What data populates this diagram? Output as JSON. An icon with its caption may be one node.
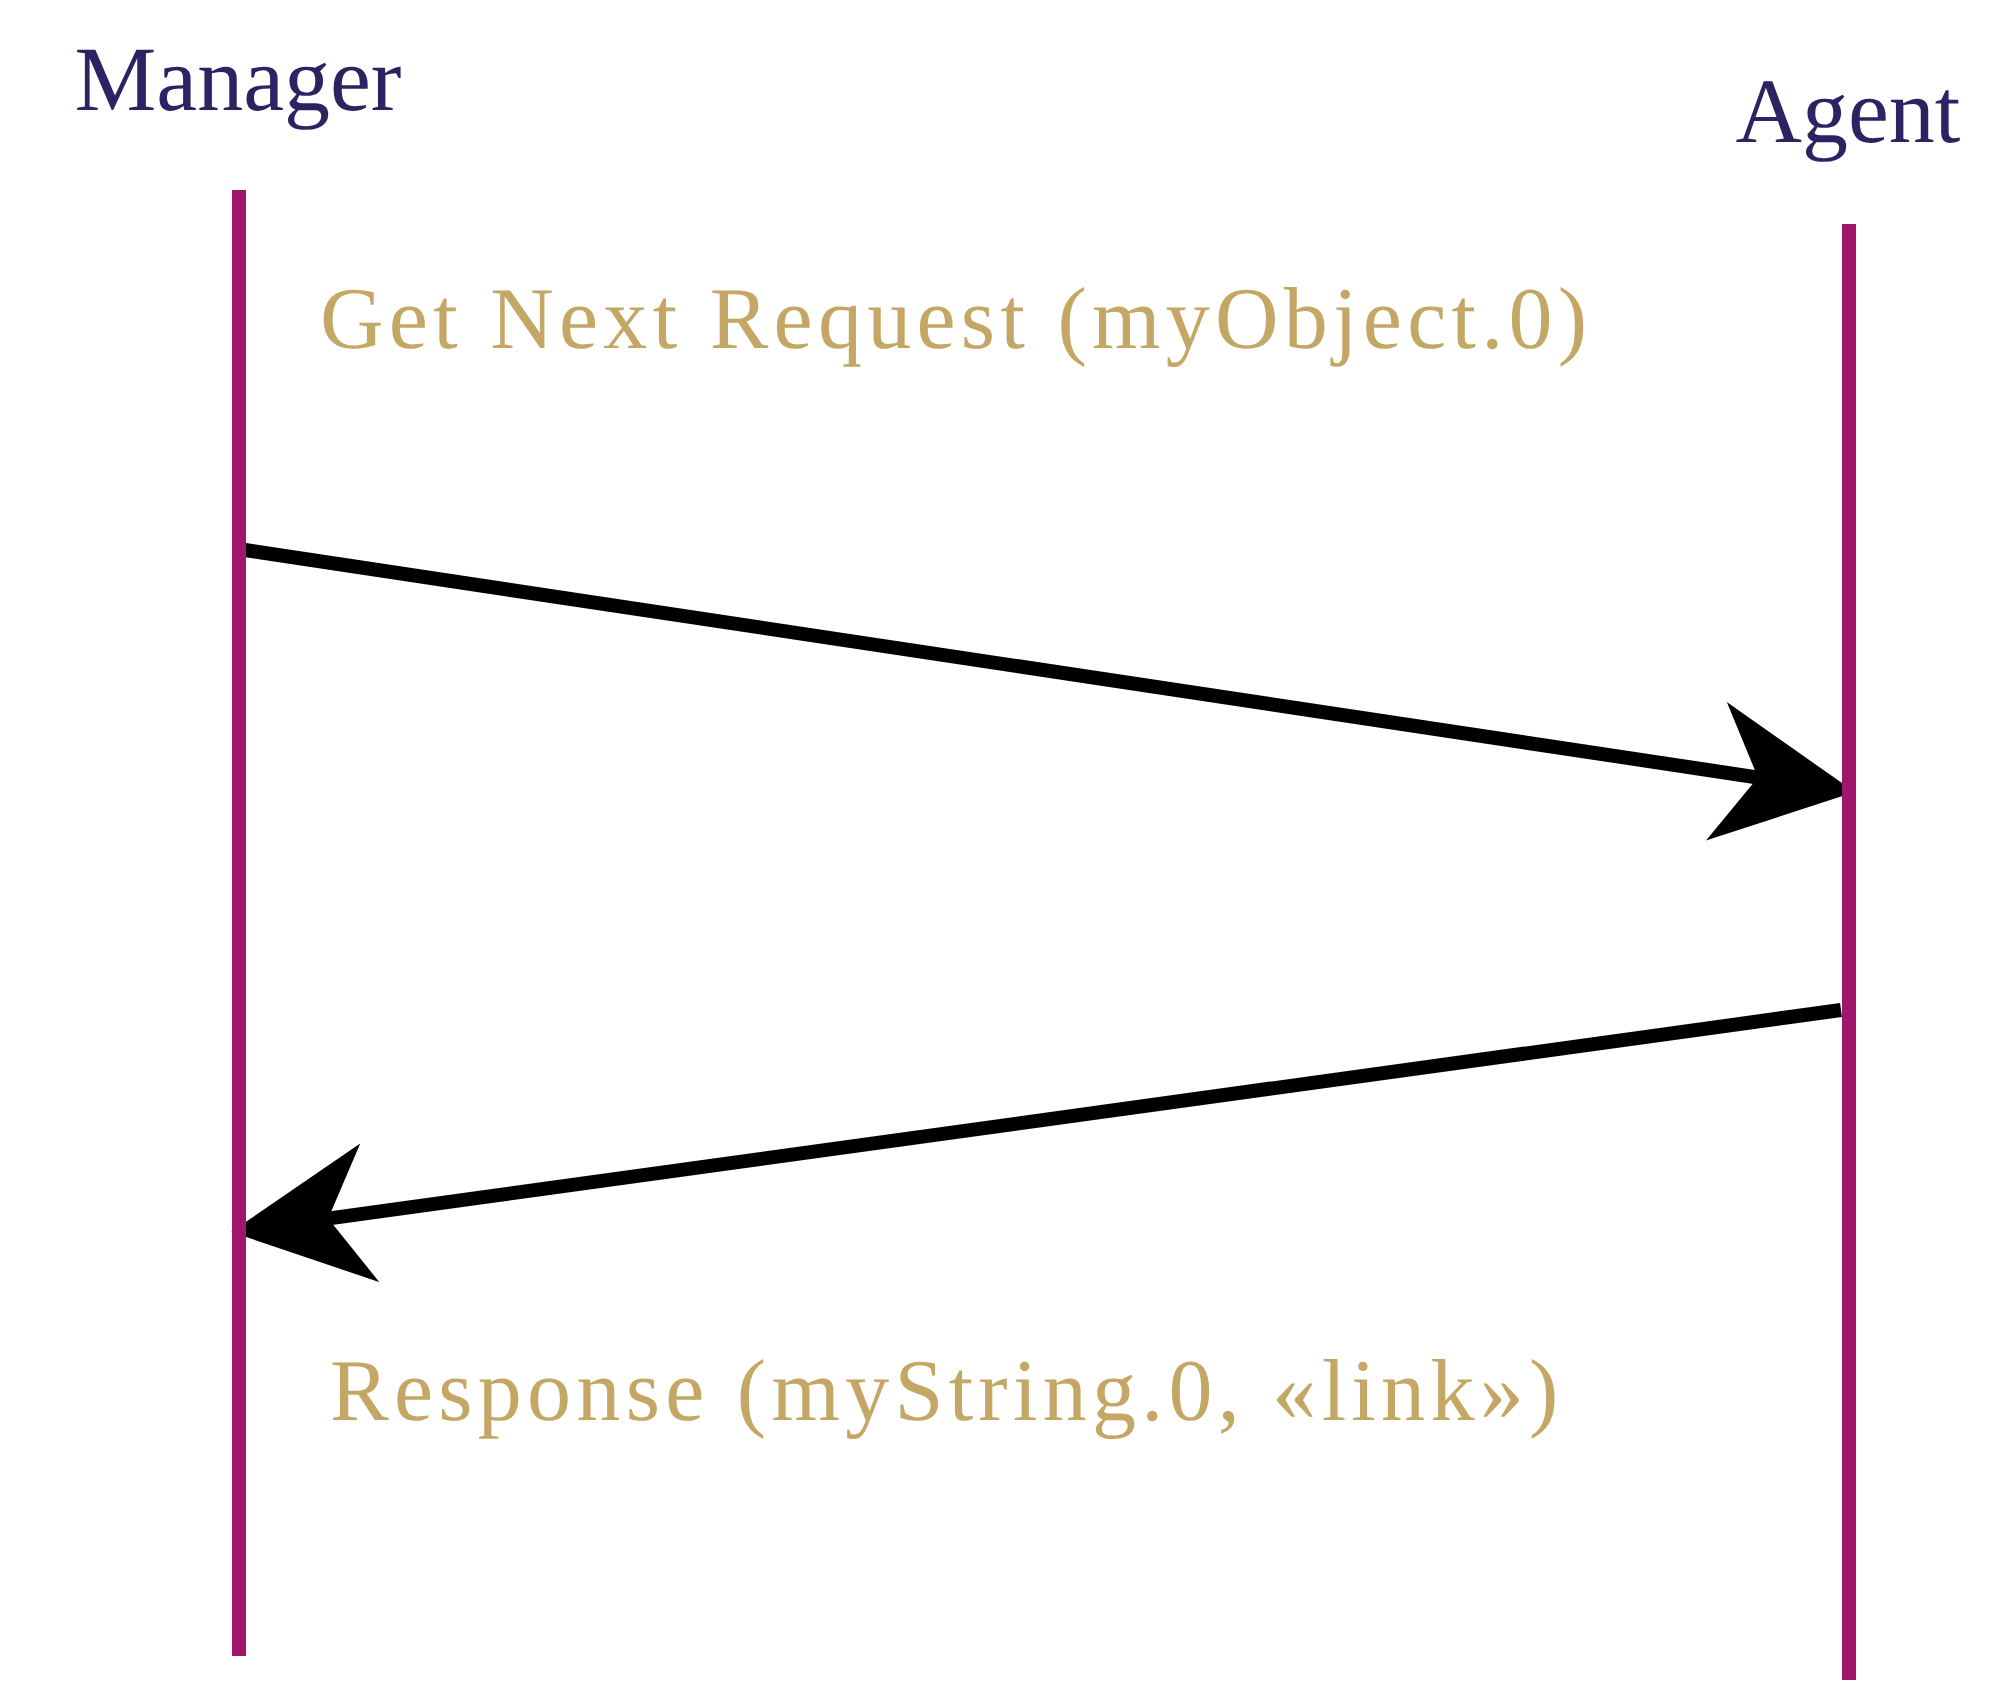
{
  "diagram": {
    "nodes": [
      {
        "text": [
          "Manager"
        ]
      },
      {
        "text": [
          "Agent"
        ]
      }
    ],
    "edges": [
      {
        "from": 0,
        "to": 1,
        "arrow": "to",
        "label": "Get Next Request (myObject.0)"
      },
      {
        "from": 1,
        "to": 0,
        "arrow": "to",
        "label": "Response (myString.0, «link»)"
      }
    ]
  }
}
